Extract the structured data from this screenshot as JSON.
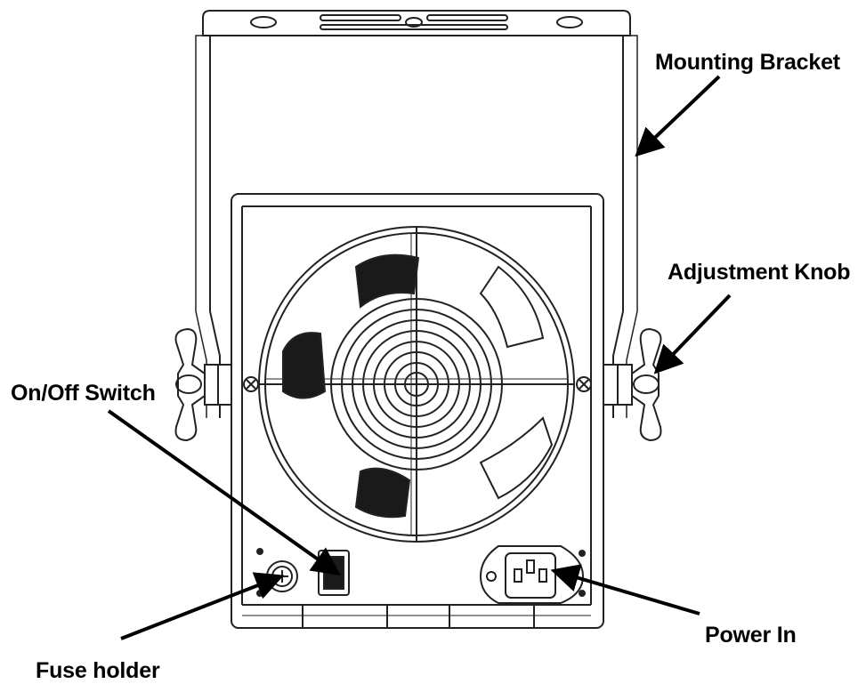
{
  "labels": {
    "mounting_bracket": "Mounting Bracket",
    "adjustment_knob": "Adjustment Knob",
    "on_off_switch": "On/Off Switch",
    "fuse_holder": "Fuse holder",
    "power_in": "Power In"
  },
  "colors": {
    "line": "#222222",
    "background": "#ffffff",
    "dark_fill": "#1a1a1a"
  }
}
